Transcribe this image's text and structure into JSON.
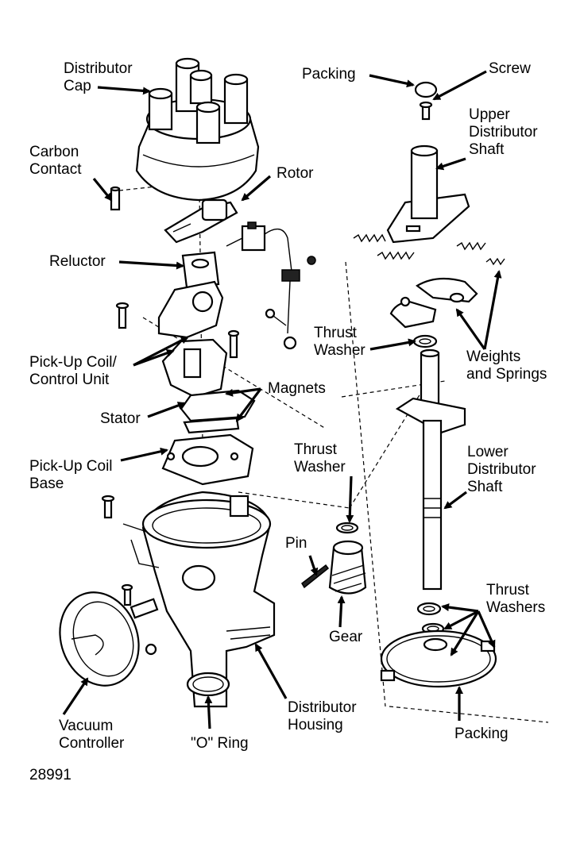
{
  "labels": {
    "distributor_cap": [
      "Distributor",
      "Cap"
    ],
    "carbon_contact": [
      "Carbon",
      "Contact"
    ],
    "rotor": "Rotor",
    "reluctor": "Reluctor",
    "pickup_coil_control_unit": [
      "Pick-Up Coil/",
      "Control Unit"
    ],
    "magnets": "Magnets",
    "stator": "Stator",
    "pickup_coil_base": [
      "Pick-Up Coil",
      "Base"
    ],
    "thrust_washer_upper": [
      "Thrust",
      "Washer"
    ],
    "thrust_washer_middle": [
      "Thrust",
      "Washer"
    ],
    "pin": "Pin",
    "gear": "Gear",
    "vacuum_controller": [
      "Vacuum",
      "Controller"
    ],
    "o_ring": "\"O\" Ring",
    "distributor_housing": [
      "Distributor",
      "Housing"
    ],
    "packing_top": "Packing",
    "screw": "Screw",
    "upper_distributor_shaft": [
      "Upper",
      "Distributor",
      "Shaft"
    ],
    "weights_and_springs": [
      "Weights",
      "and Springs"
    ],
    "lower_distributor_shaft": [
      "Lower",
      "Distributor",
      "Shaft"
    ],
    "thrust_washers": [
      "Thrust",
      "Washers"
    ],
    "packing_bottom": "Packing"
  },
  "figure_number": "28991"
}
